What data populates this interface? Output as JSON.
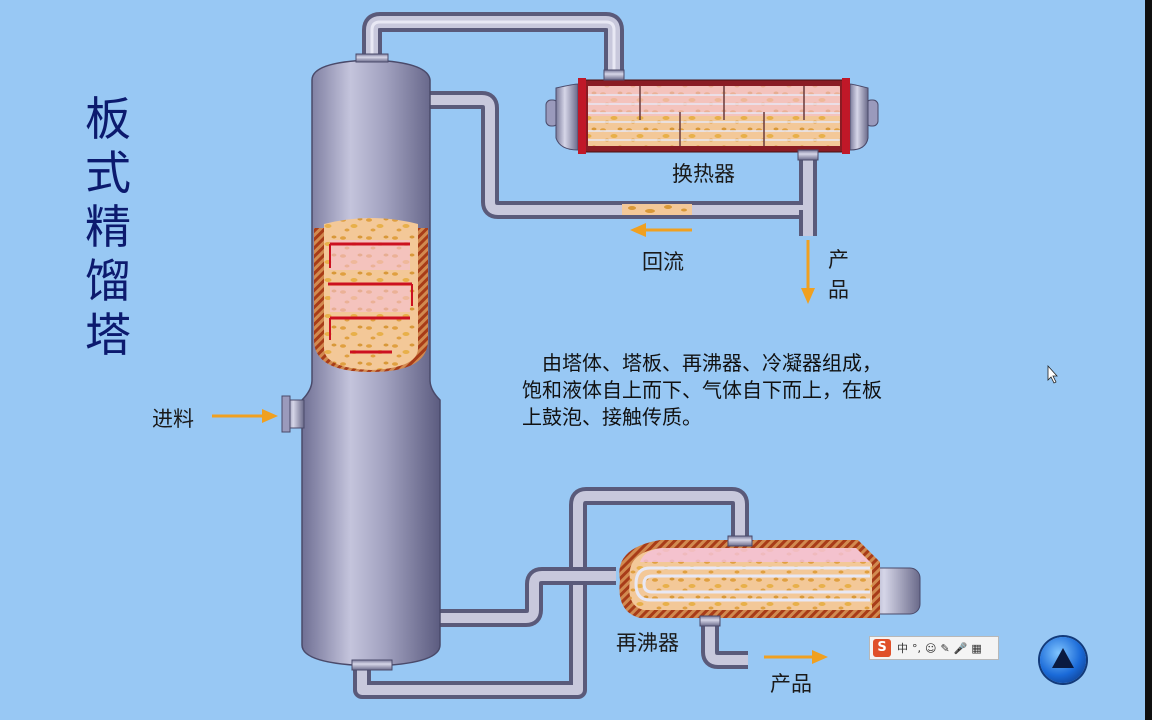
{
  "title_chars": [
    "板",
    "式",
    "精",
    "馏",
    "塔"
  ],
  "labels": {
    "heat_exchanger": "换热器",
    "reflux": "回流",
    "product_top_1": "产",
    "product_top_2": "品",
    "feed": "进料",
    "reboiler": "再沸器",
    "product_bottom": "产品"
  },
  "description": [
    "　由塔体、塔板、再沸器、冷凝器组成，",
    "饱和液体自上而下、气体自下而上，在板",
    "上鼓泡、接触传质。"
  ],
  "ime_toolbar": {
    "logo": "S",
    "items": [
      "中",
      "°,",
      "☺",
      "✎",
      "🎤",
      "▦"
    ]
  },
  "colors": {
    "background": "#98c8f4",
    "pipe": "#a0a0c0",
    "liquid": "#f2c896",
    "vapor": "#f4c0dc",
    "arrow": "#f0a020",
    "tray": "#cc1020",
    "wall": "#b84a22"
  }
}
